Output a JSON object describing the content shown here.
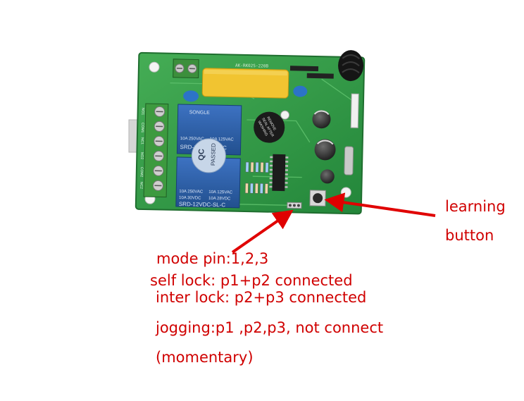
{
  "board": {
    "silkscreen_top": "AK-RK02S-220B",
    "relay_brand": "SONGLE",
    "relay_model": "SRD-12VDC-SL-C",
    "relay_rating_1": "10A 250VAC",
    "relay_rating_2": "10A 125VAC",
    "relay_rating_3": "10A 30VDC",
    "relay_rating_4": "10A 28VDC",
    "qc_line1": "QC",
    "qc_line2": "PASSED",
    "buzzer_line1": "REMOVE",
    "buzzer_line2": "SEAL AFTER",
    "buzzer_line3": "WASHING",
    "terminals": [
      "NO1",
      "COM1",
      "NC1",
      "NO2",
      "COM2",
      "NC2"
    ]
  },
  "annotations": {
    "learning_label_1": "learning",
    "learning_label_2": "button",
    "mode_pin": "mode pin:1,2,3",
    "self_lock": "self lock: p1+p2 connected",
    "inter_lock": "inter lock: p2+p3 connected",
    "jogging": "jogging:p1 ,p2,p3,  not connect",
    "momentary": "(momentary)"
  },
  "colors": {
    "pcb": "#2f9a44",
    "relay": "#2d5fae",
    "annotation": "#d00000",
    "capacitor": "#f1c431"
  }
}
